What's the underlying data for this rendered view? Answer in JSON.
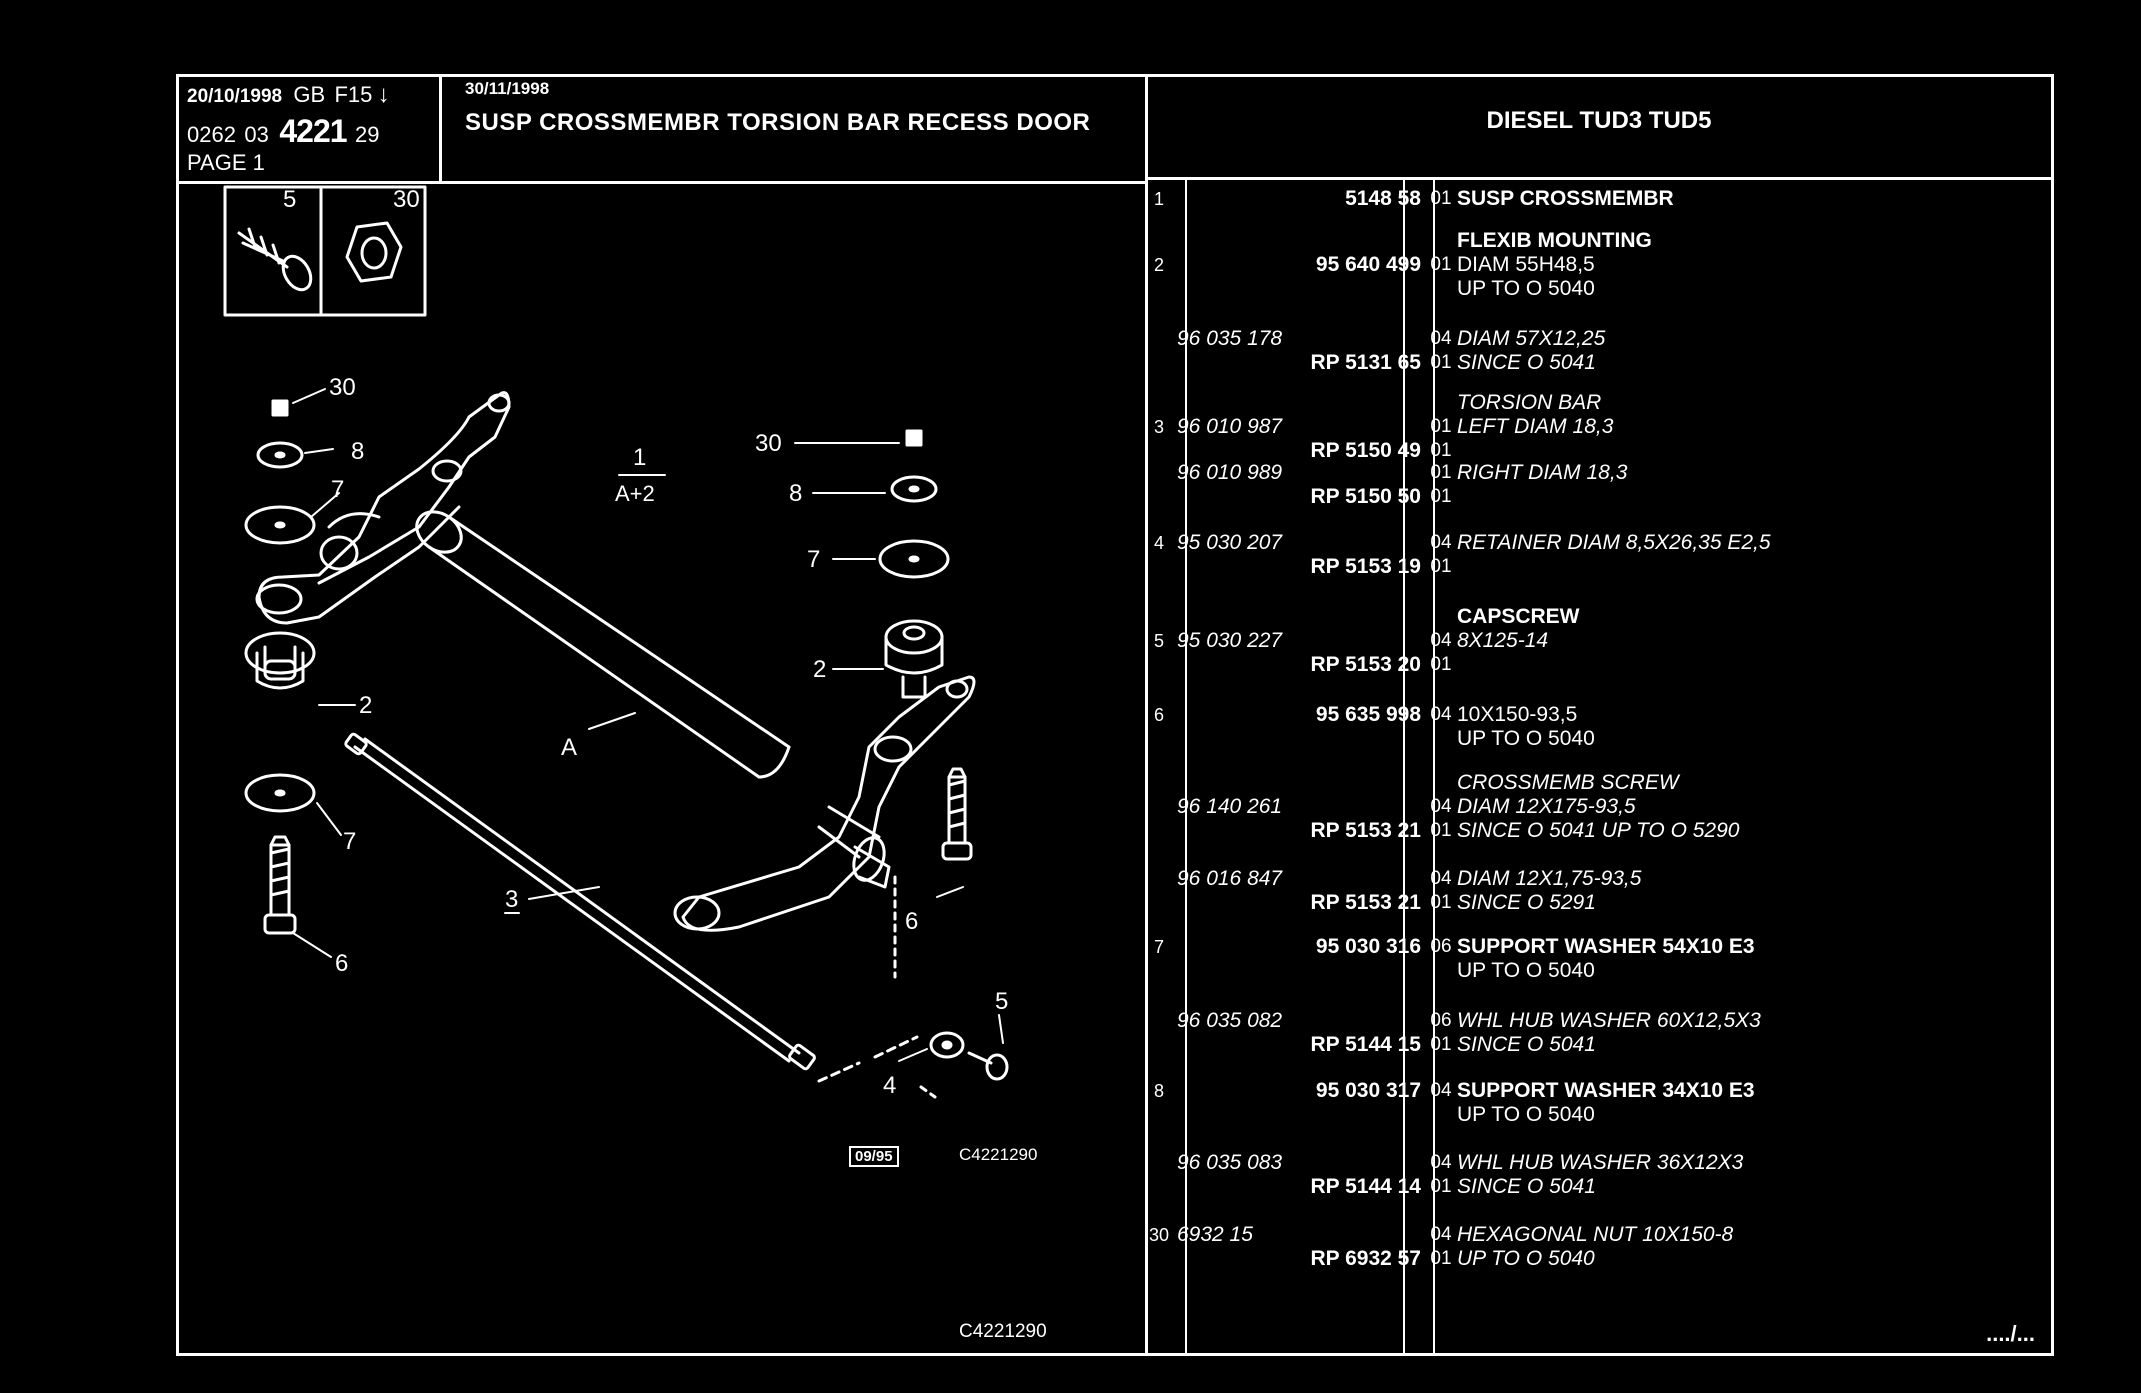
{
  "header": {
    "date": "20/10/1998",
    "lang": "GB",
    "code_f": "F15",
    "arrow": "↓",
    "ref_a": "0262",
    "ref_b": "03",
    "ref_main": "4221",
    "ref_c": "29",
    "page": "PAGE 1",
    "date2": "30/11/1998",
    "title": "SUSP CROSSMEMBR TORSION BAR RECESS DOOR",
    "engine": "DIESEL TUD3 TUD5"
  },
  "diagram": {
    "labels": [
      "5",
      "30",
      "30",
      "8",
      "7",
      "2",
      "7",
      "6",
      "1",
      "A+2",
      "30",
      "8",
      "7",
      "2",
      "A",
      "3",
      "6",
      "5",
      "4"
    ],
    "stamp": "09/95",
    "code": "C4221290",
    "code_bottom": "C4221290"
  },
  "parts": [
    {
      "lines": [
        {
          "ref": "1",
          "num": "5148 58",
          "num_style": "b r",
          "qty": "01",
          "desc": "SUSP CROSSMEMBR",
          "desc_style": "b"
        }
      ]
    },
    {
      "lines": [
        {
          "ref": "",
          "num": "",
          "num_style": "",
          "qty": "",
          "desc": "FLEXIB MOUNTING",
          "desc_style": "b"
        },
        {
          "ref": "2",
          "num": "95 640 499",
          "num_style": "b r",
          "qty": "01",
          "desc": "DIAM 55H48,5",
          "desc_style": ""
        },
        {
          "ref": "",
          "num": "",
          "num_style": "",
          "qty": "",
          "desc": "UP TO O 5040",
          "desc_style": ""
        }
      ]
    },
    {
      "lines": [
        {
          "ref": "",
          "num": "96 035 178",
          "num_style": "i",
          "qty": "04",
          "desc": "DIAM 57X12,25",
          "desc_style": "i"
        },
        {
          "ref": "",
          "num": "RP 5131 65",
          "num_style": "b r",
          "qty": "01",
          "desc": "SINCE O 5041",
          "desc_style": "i"
        }
      ]
    },
    {
      "lines": [
        {
          "ref": "",
          "num": "",
          "num_style": "",
          "qty": "",
          "desc": "TORSION BAR",
          "desc_style": "i"
        },
        {
          "ref": "3",
          "num": "96 010 987",
          "num_style": "i",
          "qty": "01",
          "desc": "LEFT DIAM 18,3",
          "desc_style": "i"
        },
        {
          "ref": "",
          "num": "RP 5150 49",
          "num_style": "b r",
          "qty": "01",
          "desc": "",
          "desc_style": ""
        }
      ]
    },
    {
      "lines": [
        {
          "ref": "",
          "num": "96 010 989",
          "num_style": "i",
          "qty": "01",
          "desc": "RIGHT DIAM 18,3",
          "desc_style": "i"
        },
        {
          "ref": "",
          "num": "RP 5150 50",
          "num_style": "b r",
          "qty": "01",
          "desc": "",
          "desc_style": ""
        }
      ]
    },
    {
      "lines": [
        {
          "ref": "4",
          "num": "95 030 207",
          "num_style": "i",
          "qty": "04",
          "desc": "RETAINER DIAM 8,5X26,35 E2,5",
          "desc_style": "i"
        },
        {
          "ref": "",
          "num": "RP 5153 19",
          "num_style": "b r",
          "qty": "01",
          "desc": "",
          "desc_style": ""
        }
      ]
    },
    {
      "lines": [
        {
          "ref": "",
          "num": "",
          "num_style": "",
          "qty": "",
          "desc": "CAPSCREW",
          "desc_style": "b"
        },
        {
          "ref": "5",
          "num": "95 030 227",
          "num_style": "i",
          "qty": "04",
          "desc": "8X125-14",
          "desc_style": "i"
        },
        {
          "ref": "",
          "num": "RP 5153 20",
          "num_style": "b r",
          "qty": "01",
          "desc": "",
          "desc_style": ""
        }
      ]
    },
    {
      "lines": [
        {
          "ref": "6",
          "num": "95 635 998",
          "num_style": "b r",
          "qty": "04",
          "desc": "10X150-93,5",
          "desc_style": ""
        },
        {
          "ref": "",
          "num": "",
          "num_style": "",
          "qty": "",
          "desc": "UP TO O 5040",
          "desc_style": ""
        }
      ]
    },
    {
      "lines": [
        {
          "ref": "",
          "num": "",
          "num_style": "",
          "qty": "",
          "desc": "CROSSMEMB SCREW",
          "desc_style": "i"
        },
        {
          "ref": "",
          "num": "96 140 261",
          "num_style": "i",
          "qty": "04",
          "desc": "DIAM 12X175-93,5",
          "desc_style": "i"
        },
        {
          "ref": "",
          "num": "RP 5153 21",
          "num_style": "b r",
          "qty": "01",
          "desc": "SINCE O 5041 UP TO O 5290",
          "desc_style": "i"
        }
      ]
    },
    {
      "lines": [
        {
          "ref": "",
          "num": "96 016 847",
          "num_style": "i",
          "qty": "04",
          "desc": "DIAM 12X1,75-93,5",
          "desc_style": "i"
        },
        {
          "ref": "",
          "num": "RP 5153 21",
          "num_style": "b r",
          "qty": "01",
          "desc": "SINCE O 5291",
          "desc_style": "i"
        }
      ]
    },
    {
      "lines": [
        {
          "ref": "7",
          "num": "95 030 316",
          "num_style": "b r",
          "qty": "06",
          "desc": "SUPPORT WASHER 54X10 E3",
          "desc_style": "b"
        },
        {
          "ref": "",
          "num": "",
          "num_style": "",
          "qty": "",
          "desc": "UP TO O 5040",
          "desc_style": ""
        }
      ]
    },
    {
      "lines": [
        {
          "ref": "",
          "num": "96 035 082",
          "num_style": "i",
          "qty": "06",
          "desc": "WHL HUB WASHER 60X12,5X3",
          "desc_style": "i"
        },
        {
          "ref": "",
          "num": "RP 5144 15",
          "num_style": "b r",
          "qty": "01",
          "desc": "SINCE O 5041",
          "desc_style": "i"
        }
      ]
    },
    {
      "lines": [
        {
          "ref": "8",
          "num": "95 030 317",
          "num_style": "b r",
          "qty": "04",
          "desc": "SUPPORT WASHER 34X10 E3",
          "desc_style": "b"
        },
        {
          "ref": "",
          "num": "",
          "num_style": "",
          "qty": "",
          "desc": "UP TO O 5040",
          "desc_style": ""
        }
      ]
    },
    {
      "lines": [
        {
          "ref": "",
          "num": "96 035 083",
          "num_style": "i",
          "qty": "04",
          "desc": "WHL HUB WASHER 36X12X3",
          "desc_style": "i"
        },
        {
          "ref": "",
          "num": "RP 5144 14",
          "num_style": "b r",
          "qty": "01",
          "desc": "SINCE O 5041",
          "desc_style": "i"
        }
      ]
    },
    {
      "lines": [
        {
          "ref": "30",
          "num": "6932 15",
          "num_style": "i",
          "qty": "04",
          "desc": "HEXAGONAL NUT 10X150-8",
          "desc_style": "i"
        },
        {
          "ref": "",
          "num": "RP 6932 57",
          "num_style": "b r",
          "qty": "01",
          "desc": "UP TO O 5040",
          "desc_style": "i"
        }
      ]
    }
  ],
  "continued": "..../..."
}
